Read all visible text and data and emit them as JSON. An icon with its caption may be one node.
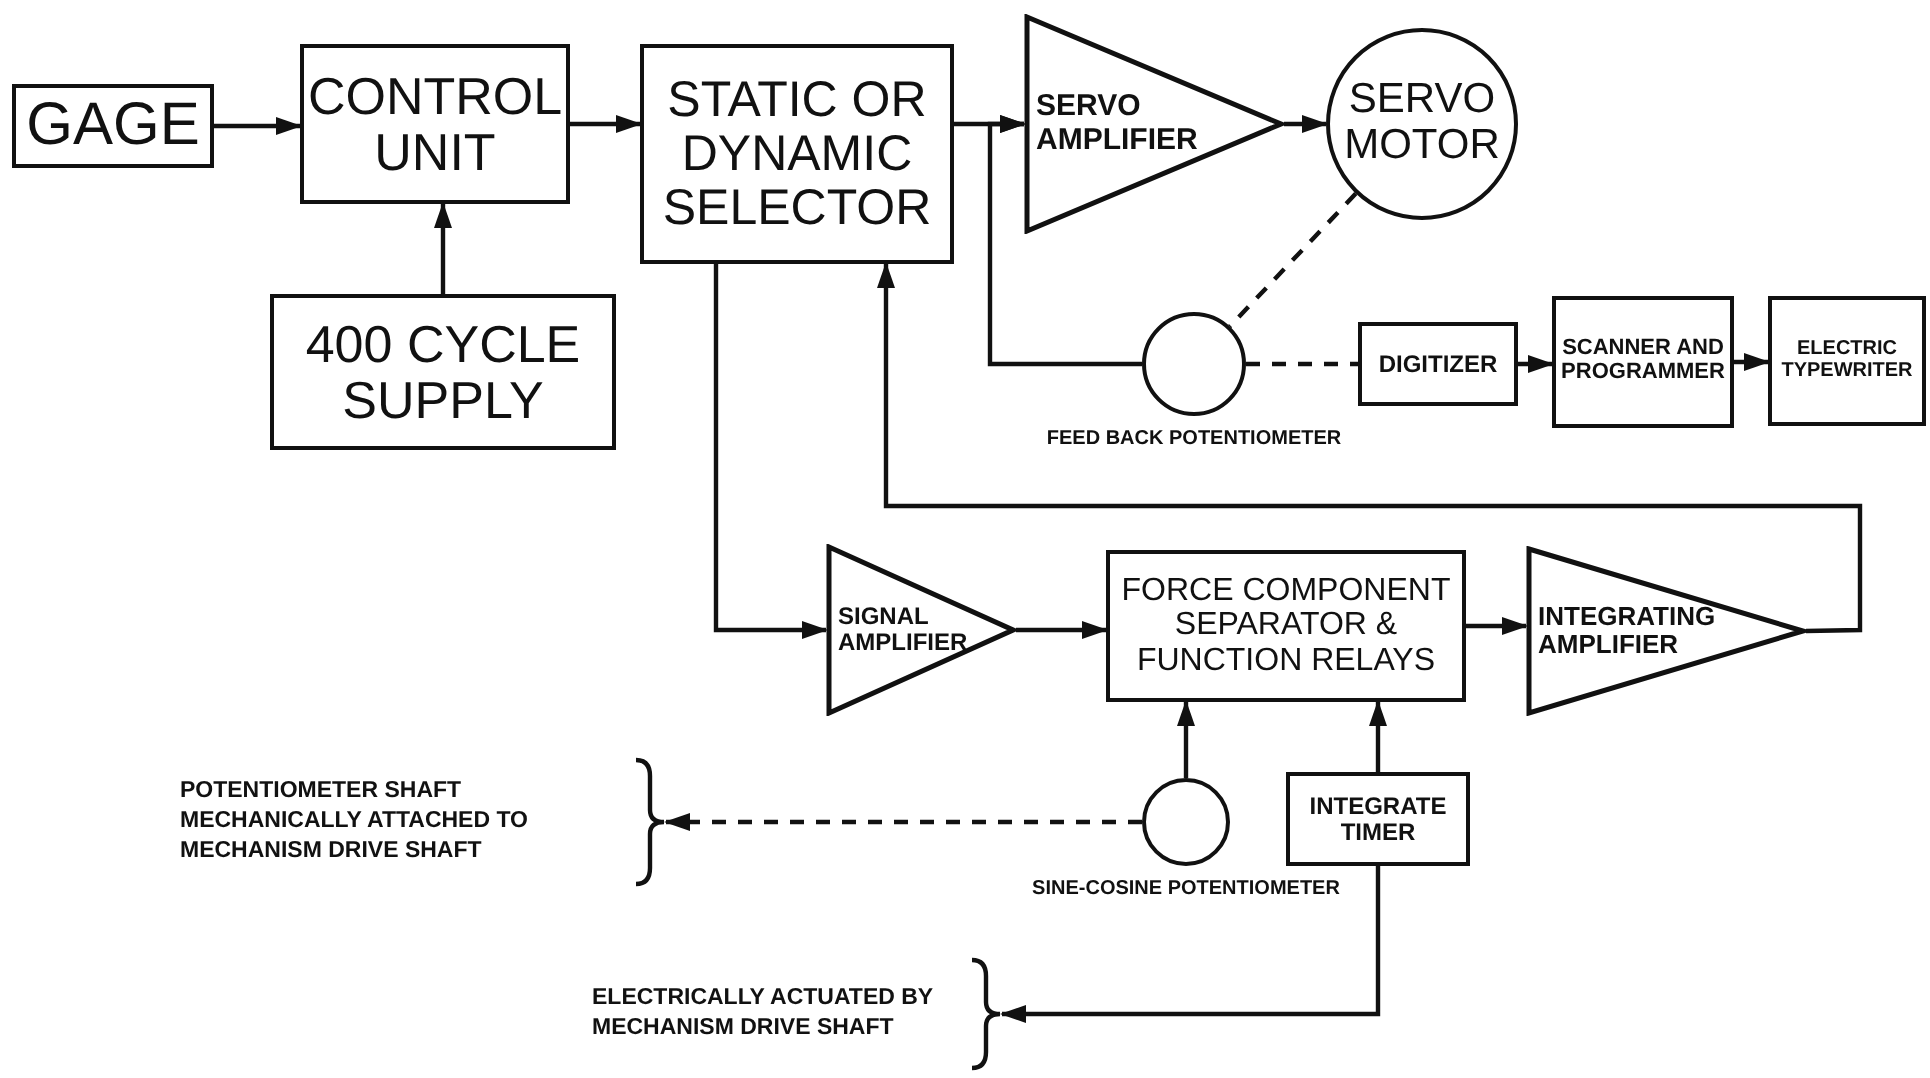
{
  "diagram": {
    "nodes": [
      {
        "text": [
          "GAGE"
        ]
      },
      {
        "text": [
          "CONTROL UNIT"
        ]
      },
      {
        "text": [
          "400 CYCLE SUPPLY"
        ]
      },
      {
        "text": [
          "STATIC OR DYNAMIC SELECTOR"
        ]
      },
      {
        "text": [
          "SERVO AMPLIFIER"
        ]
      },
      {
        "text": [
          "SERVO MOTOR"
        ]
      },
      {
        "text": [],
        "shape": "circle",
        "beside": [
          "FEED BACK POTENTIOMETER"
        ]
      },
      {
        "text": [
          "DIGITIZER"
        ]
      },
      {
        "text": [
          "SCANNER AND PROGRAMMER"
        ]
      },
      {
        "text": [
          "ELECTRIC TYPEWRITER"
        ]
      },
      {
        "text": [
          "SIGNAL AMPLIFIER"
        ]
      },
      {
        "text": [
          "FORCE COMPONENT SEPARATOR & FUNCTION RELAYS"
        ]
      },
      {
        "text": [
          "INTEGRATING AMPLIFIER"
        ]
      },
      {
        "text": [],
        "shape": "circle",
        "beside": [
          "SINE-COSINE POTENTIOMETER"
        ]
      },
      {
        "text": [
          "INTEGRATE TIMER"
        ]
      },
      {
        "text": [
          "POTENTIOMETER SHAFT MECHANICALLY ATTACHED TO MECHANISM DRIVE SHAFT"
        ]
      },
      {
        "text": [
          "ELECTRICALLY ACTUATED BY MECHANISM DRIVE SHAFT"
        ]
      }
    ],
    "edges": [
      {
        "from": 0,
        "to": 1,
        "arrow": "to"
      },
      {
        "from": 1,
        "to": 3,
        "arrow": "to"
      },
      {
        "from": 2,
        "to": 1,
        "arrow": "to"
      },
      {
        "from": 3,
        "to": 4,
        "arrow": "to"
      },
      {
        "from": 4,
        "to": 5,
        "arrow": "to"
      },
      {
        "from": 5,
        "to": 6,
        "arrow": "none",
        "style": "dashed"
      },
      {
        "from": 6,
        "to": 4,
        "arrow": "to"
      },
      {
        "from": 6,
        "to": 7,
        "arrow": "none",
        "style": "dashed"
      },
      {
        "from": 7,
        "to": 8,
        "arrow": "to"
      },
      {
        "from": 8,
        "to": 9,
        "arrow": "to"
      },
      {
        "from": 3,
        "to": 10,
        "arrow": "to"
      },
      {
        "from": 10,
        "to": 11,
        "arrow": "to"
      },
      {
        "from": 11,
        "to": 12,
        "arrow": "to"
      },
      {
        "from": 12,
        "to": 3,
        "arrow": "to"
      },
      {
        "from": 13,
        "to": 11,
        "arrow": "to"
      },
      {
        "from": 14,
        "to": 11,
        "arrow": "to"
      },
      {
        "from": 13,
        "to": 15,
        "arrow": "to",
        "style": "dashed"
      },
      {
        "from": 14,
        "to": 16,
        "arrow": "to"
      }
    ]
  }
}
